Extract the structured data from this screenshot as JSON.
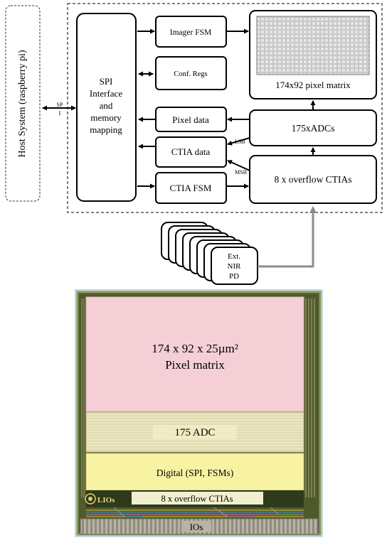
{
  "block_diagram": {
    "host_label": "Host System (raspberry pi)",
    "spi_link_label": [
      "SP",
      "I"
    ],
    "spi_block_lines": [
      "SPI",
      "Interface",
      "and",
      "memory",
      "mapping"
    ],
    "imager_fsm": "Imager FSM",
    "conf_regs": "Conf. Regs",
    "pixel_data": "Pixel data",
    "ctia_data": "CTIA data",
    "ctia_fsm": "CTIA FSM",
    "pixel_matrix": "174x92 pixel matrix",
    "adcs": "175xADCs",
    "ctias": "8 x overflow  CTIAs",
    "lsb": "LSB",
    "msb": "MSB",
    "photodiode_lines": [
      "Ext.",
      "NIR",
      "PD"
    ]
  },
  "chip_layout": {
    "pixel_matrix_lines": [
      "174 x 92 x 25µm²",
      "Pixel matrix"
    ],
    "adc": "175 ADC",
    "digital": "Digital (SPI, FSMs)",
    "ctias": "8 x overflow CTIAs",
    "ios": "IOs",
    "logo": "LIOs"
  },
  "colors": {
    "pixel_region": "#f4cfd6",
    "adc_region": "#f1ecc6",
    "digital_region": "#f8f3a2",
    "die_frame": "#8e9a55",
    "die_background": "#4f5a2c",
    "connector_arrow": "#8c8c8c"
  }
}
